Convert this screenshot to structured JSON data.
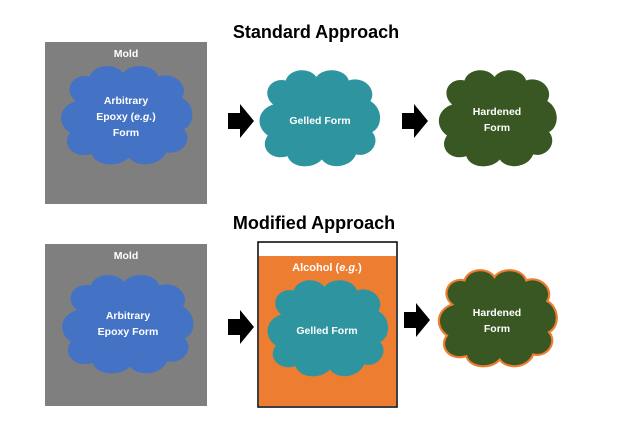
{
  "headings": {
    "standard": "Standard Approach",
    "modified": "Modified Approach"
  },
  "standard": {
    "mold_label": "Mold",
    "epoxy_line1": "Arbitrary",
    "epoxy_line2_pre": "Epoxy (",
    "epoxy_line2_eg": "e.g.",
    "epoxy_line2_post": ")",
    "epoxy_line3": "Form",
    "gelled_label": "Gelled Form",
    "hardened_line1": "Hardened",
    "hardened_line2": "Form"
  },
  "modified": {
    "mold_label": "Mold",
    "epoxy_line1": "Arbitrary",
    "epoxy_line2": "Epoxy Form",
    "alcohol_pre": "Alcohol (",
    "alcohol_eg": "e.g.",
    "alcohol_post": ")",
    "gelled_label": "Gelled Form",
    "hardened_line1": "Hardened",
    "hardened_line2": "Form"
  },
  "colors": {
    "mold": "#7f7f7f",
    "epoxy": "#4472c4",
    "gelled": "#2e95a0",
    "hardened": "#385723",
    "alcohol": "#ed7d31",
    "arrow": "#000000"
  }
}
